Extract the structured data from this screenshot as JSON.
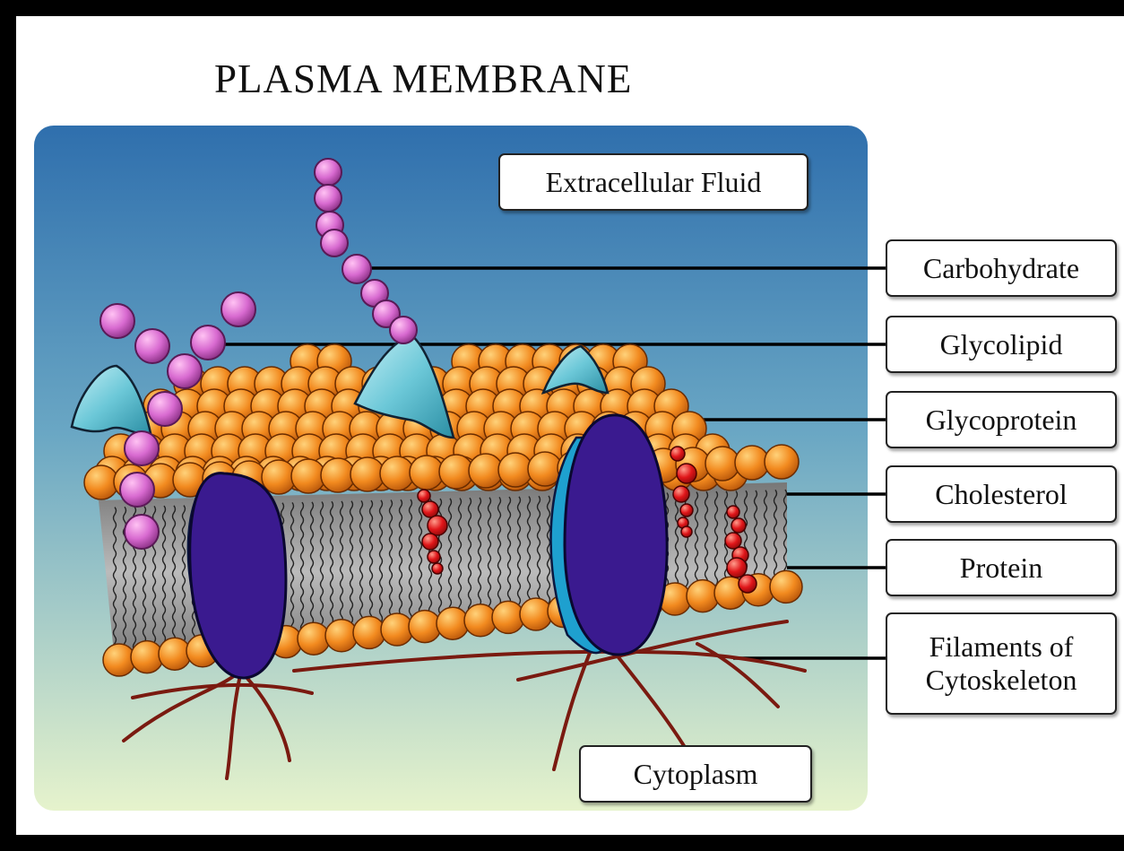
{
  "title": "PLASMA MEMBRANE",
  "labels": {
    "extracellular": "Extracellular Fluid",
    "cytoplasm": "Cytoplasm",
    "carbohydrate": "Carbohydrate",
    "glycolipid": "Glycolipid",
    "glycoprotein": "Glycoprotein",
    "cholesterol": "Cholesterol",
    "protein": "Protein",
    "filaments_line1": "Filaments of",
    "filaments_line2": "Cytoskeleton"
  },
  "colors": {
    "background_top": "#2f6fad",
    "background_bottom": "#e6f3cc",
    "phospholipid_head": "#f28a1f",
    "protein": "#3a1a8f",
    "protein_side": "#1ea0cf",
    "glycoprotein": "#6cc8d8",
    "carbohydrate": "#d86ad0",
    "cholesterol": "#e0161a",
    "filament": "#7a1a10",
    "tail": "#222222"
  }
}
